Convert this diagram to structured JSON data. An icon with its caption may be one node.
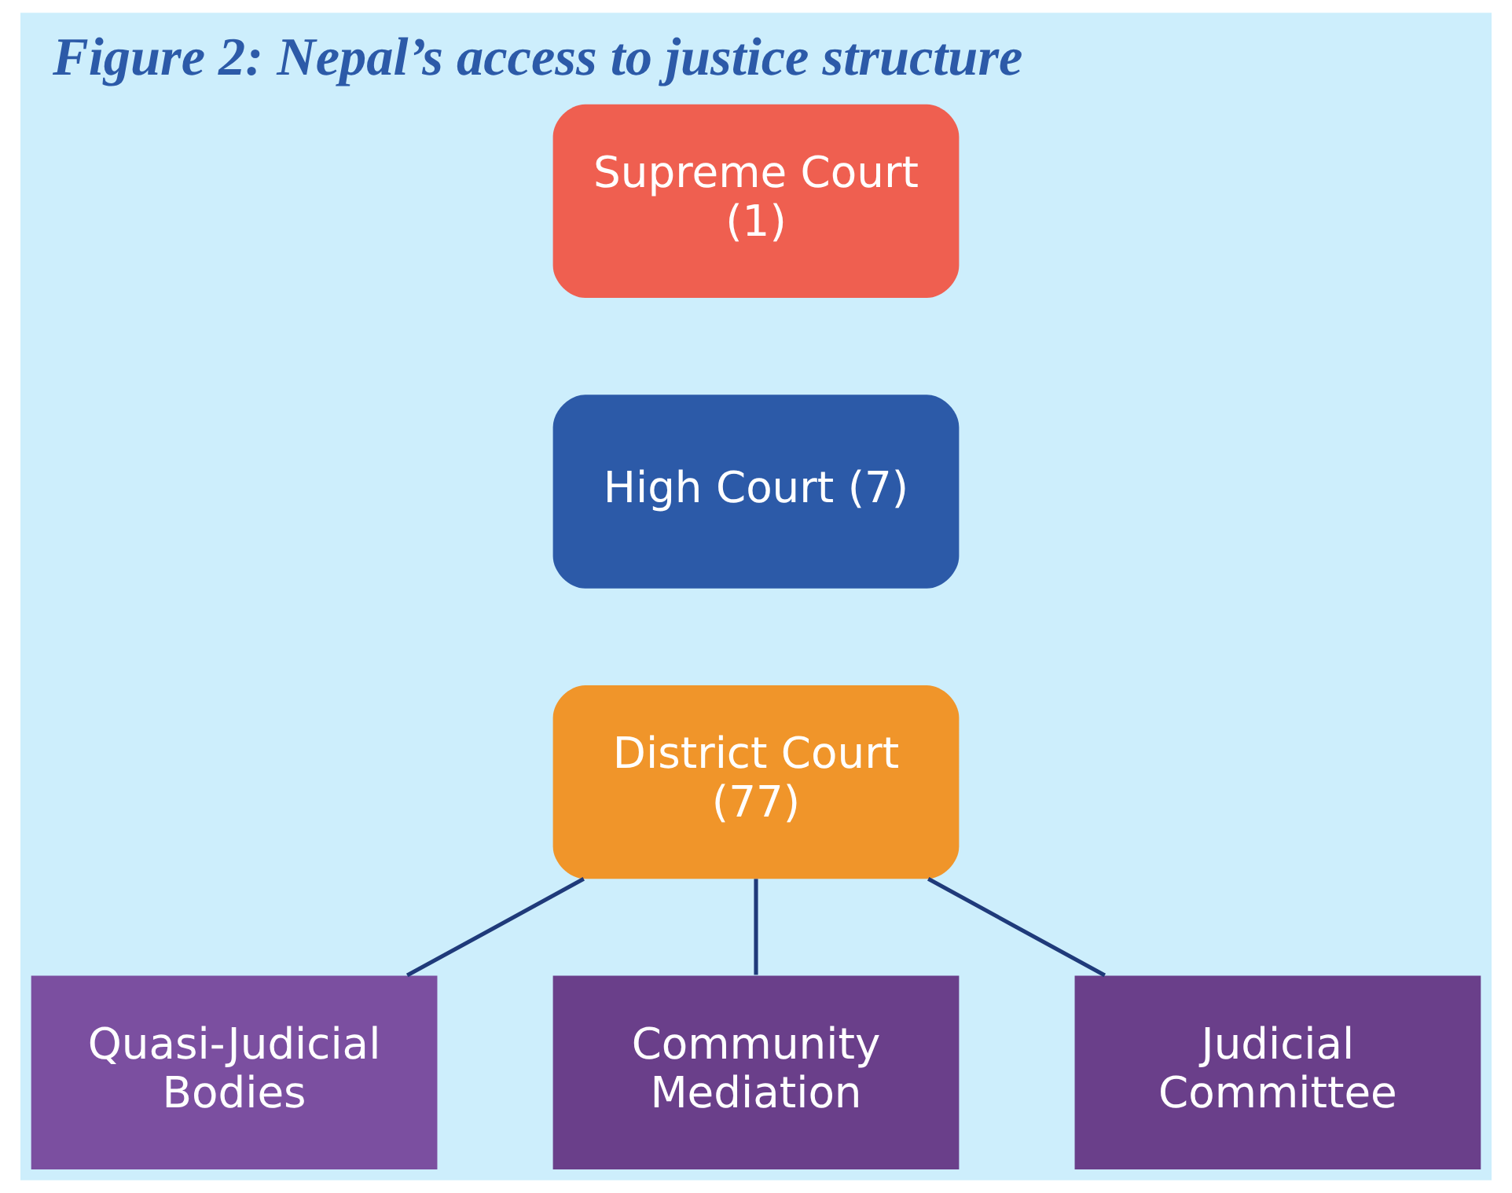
{
  "diagram": {
    "title": "Figure 2: Nepal’s access to justice structure",
    "nodes": [
      {
        "text": [
          "Supreme Court (1)"
        ]
      },
      {
        "text": [
          "High Court (7)"
        ]
      },
      {
        "text": [
          "District Court (77)"
        ]
      },
      {
        "text": [
          "Quasi-Judicial Bodies"
        ]
      },
      {
        "text": [
          "Community Mediation"
        ]
      },
      {
        "text": [
          "Judicial Committee"
        ]
      }
    ],
    "edges": [
      {
        "from": 2,
        "to": 3,
        "arrow": "none"
      },
      {
        "from": 2,
        "to": 4,
        "arrow": "none"
      },
      {
        "from": 2,
        "to": 5,
        "arrow": "none"
      }
    ]
  }
}
